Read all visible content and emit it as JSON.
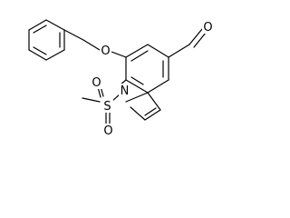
{
  "molecule": {
    "atoms": {
      "O_ether": "O",
      "O_aldehyde": "O",
      "N_indole": "N",
      "S_sulfonyl": "S",
      "O_sulfonyl_1": "O",
      "O_sulfonyl_2": "O"
    }
  }
}
